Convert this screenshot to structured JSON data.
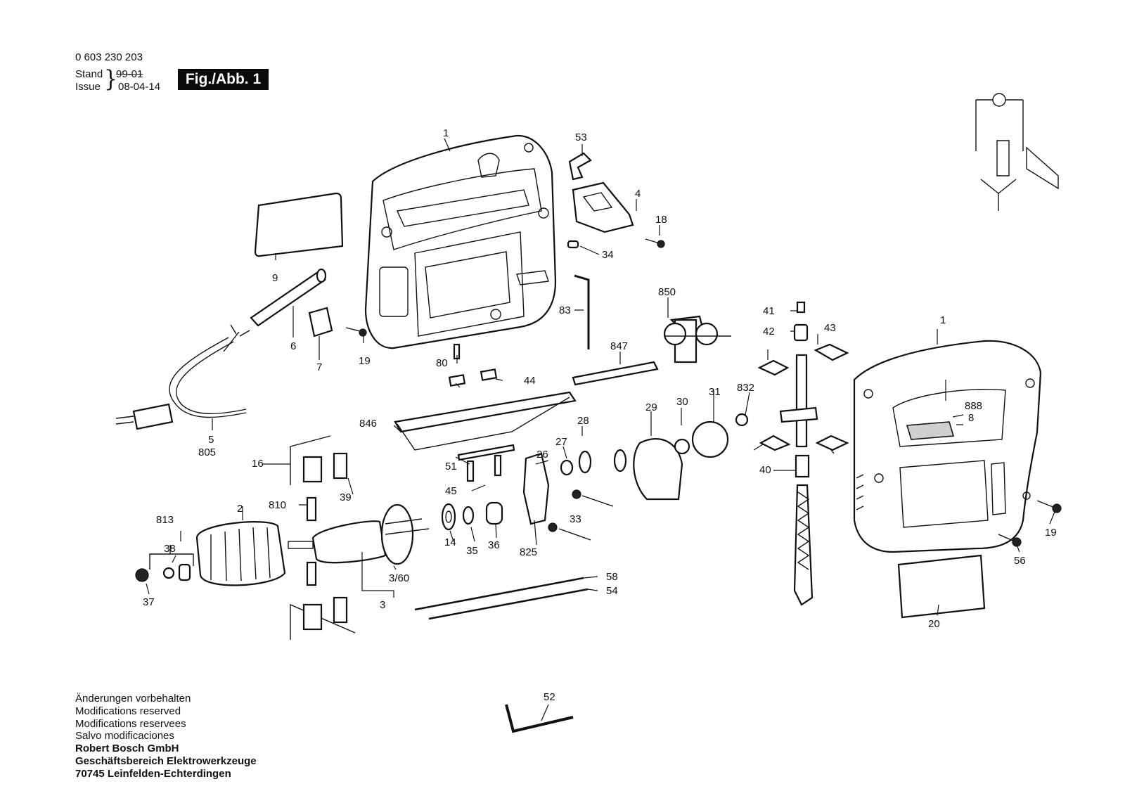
{
  "header": {
    "doc_number": "0 603 230 203",
    "stand_label": "Stand",
    "stand_date": "99-01",
    "issue_label": "Issue",
    "issue_date": "08-04-14",
    "figure_label": "Fig./Abb. 1"
  },
  "part_labels": [
    "1",
    "53",
    "4",
    "18",
    "34",
    "9",
    "83",
    "6",
    "7",
    "19",
    "80",
    "850",
    "847",
    "44",
    "41",
    "42",
    "43",
    "1",
    "846",
    "28",
    "29",
    "30",
    "31",
    "832",
    "888",
    "8",
    "27",
    "26",
    "16",
    "39",
    "810",
    "51",
    "45",
    "2",
    "813",
    "38",
    "37",
    "14",
    "35",
    "36",
    "825",
    "33",
    "3/60",
    "3",
    "58",
    "54",
    "40",
    "19",
    "56",
    "20",
    "5",
    "805",
    "52"
  ],
  "footer": {
    "line1": "Änderungen vorbehalten",
    "line2": "Modifications reserved",
    "line3": "Modifications reservees",
    "line4": "Salvo modificaciones",
    "company": "Robert Bosch GmbH",
    "division": "Geschäftsbereich Elektrowerkzeuge",
    "address": "70745 Leinfelden-Echterdingen"
  }
}
